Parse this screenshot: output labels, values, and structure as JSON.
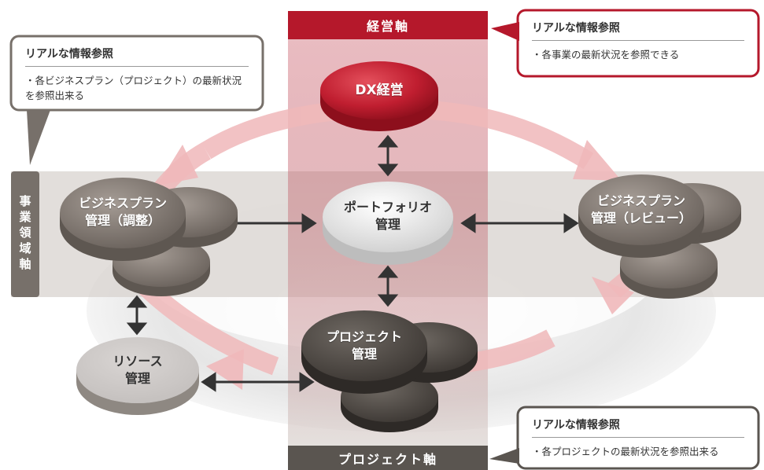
{
  "bands": {
    "management_axis": "経営軸",
    "business_axis": "事業領域軸",
    "project_axis": "プロジェクト軸"
  },
  "nodes": {
    "dx": "DX経営",
    "portfolio": [
      "ポートフォリオ",
      "管理"
    ],
    "bp_adjust": [
      "ビジネスプラン",
      "管理（調整）"
    ],
    "bp_review": [
      "ビジネスプラン",
      "管理（レビュー）"
    ],
    "project": [
      "プロジェクト",
      "管理"
    ],
    "resource": [
      "リソース",
      "管理"
    ]
  },
  "callouts": {
    "top_left": {
      "title": "リアルな情報参照",
      "text": "・各ビジネスプラン（プロジェクト）の最新状況を参照出来る"
    },
    "top_right": {
      "title": "リアルな情報参照",
      "text": "・各事業の最新状況を参照できる"
    },
    "bottom_right": {
      "title": "リアルな情報参照",
      "text": "・各プロジェクトの最新状況を参照出来る"
    }
  },
  "colors": {
    "red": "#b5182b",
    "taupe": "#77706a",
    "band_fill": "#d8d3cf",
    "cycle": "#f0b8ba"
  }
}
